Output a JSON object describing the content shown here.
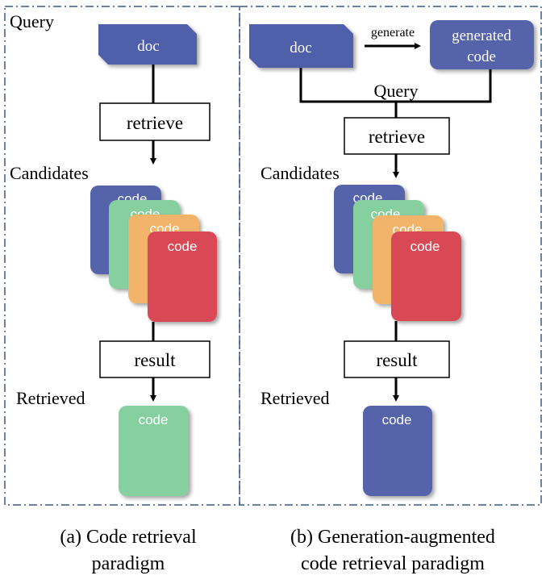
{
  "colors": {
    "doc": "#4f5ea9",
    "code_blue": "#5563ab",
    "code_green": "#86cf9f",
    "code_orange": "#f1b46a",
    "code_red": "#d94a55",
    "panel_border": "#3b5a8c",
    "arrow": "#000000"
  },
  "panel_a": {
    "query_label": "Query",
    "doc_label": "doc",
    "retrieve_label": "retrieve",
    "candidates_label": "Candidates",
    "candidate_cards": [
      "code",
      "code",
      "code",
      "code"
    ],
    "result_label": "result",
    "retrieved_label": "Retrieved",
    "retrieved_card": "code",
    "caption_line1": "(a) Code retrieval",
    "caption_line2": "paradigm"
  },
  "panel_b": {
    "doc_label": "doc",
    "generate_label": "generate",
    "generated_label_line1": "generated",
    "generated_label_line2": "code",
    "query_label": "Query",
    "retrieve_label": "retrieve",
    "candidates_label": "Candidates",
    "candidate_cards": [
      "code",
      "code",
      "code",
      "code"
    ],
    "result_label": "result",
    "retrieved_label": "Retrieved",
    "retrieved_card": "code",
    "caption_line1": "(b) Generation-augmented",
    "caption_line2": "code retrieval paradigm"
  }
}
